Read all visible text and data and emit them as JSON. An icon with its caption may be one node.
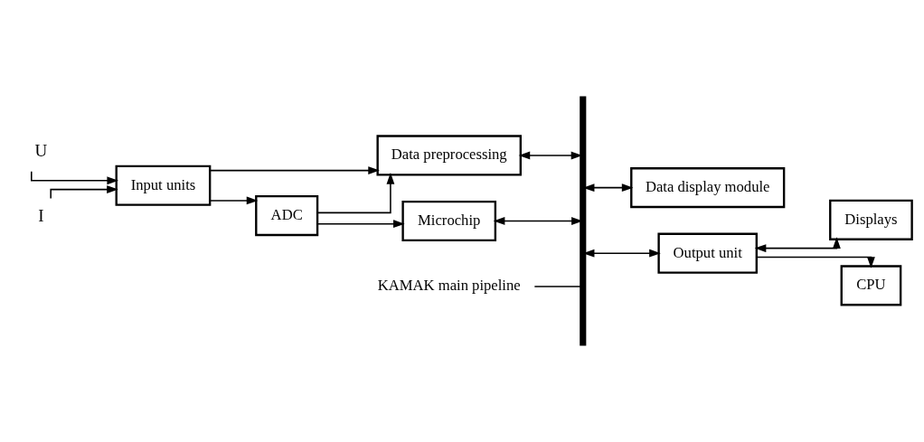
{
  "diagram": {
    "nodes": [
      {
        "text": [
          "U"
        ]
      },
      {
        "text": [
          "I"
        ]
      },
      {
        "text": [
          "Input units"
        ]
      },
      {
        "text": [
          "ADC"
        ]
      },
      {
        "text": [
          "Data preprocessing"
        ]
      },
      {
        "text": [
          "Microchip"
        ]
      },
      {
        "text": [],
        "shape": "bar"
      },
      {
        "text": [
          "KAMAK main pipeline"
        ]
      },
      {
        "text": [
          "Data display module"
        ]
      },
      {
        "text": [
          "Output unit"
        ]
      },
      {
        "text": [
          "Displays"
        ]
      },
      {
        "text": [
          "CPU"
        ]
      }
    ],
    "edges": [
      {
        "from": 0,
        "to": 2,
        "arrow": "to"
      },
      {
        "from": 1,
        "to": 2,
        "arrow": "to"
      },
      {
        "from": 2,
        "to": 4,
        "arrow": "to"
      },
      {
        "from": 2,
        "to": 3,
        "arrow": "to"
      },
      {
        "from": 3,
        "to": 4,
        "arrow": "to"
      },
      {
        "from": 3,
        "to": 5,
        "arrow": "to"
      },
      {
        "from": 4,
        "to": 6,
        "arrow": "both"
      },
      {
        "from": 5,
        "to": 6,
        "arrow": "both"
      },
      {
        "from": 6,
        "to": 8,
        "arrow": "both"
      },
      {
        "from": 6,
        "to": 9,
        "arrow": "both"
      },
      {
        "from": 7,
        "to": 6,
        "arrow": "none"
      },
      {
        "from": 9,
        "to": 10,
        "arrow": "both"
      },
      {
        "from": 9,
        "to": 11,
        "arrow": "to"
      }
    ]
  }
}
